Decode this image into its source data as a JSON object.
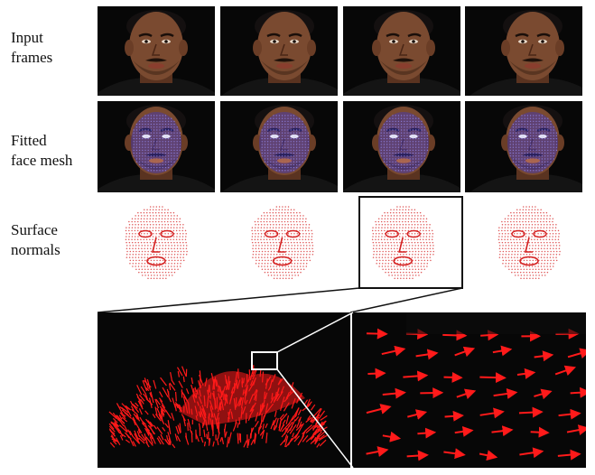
{
  "rows": {
    "input": {
      "label": "Input\nframes"
    },
    "fitted": {
      "label": "Fitted\nface mesh"
    },
    "normals": {
      "label": "Surface\nnormals"
    }
  },
  "colors": {
    "frame_background": "#070707",
    "skin": "#7a4a30",
    "mesh": "#3a34c8",
    "normal_points": "#d42020",
    "zoom_background": "#000000",
    "zoom_arrows": "#ff1a1a",
    "highlight_box": "#111111",
    "callout_line": "#ffffff"
  },
  "panels": {
    "input_frames": [
      "frame-1",
      "frame-2",
      "frame-3",
      "frame-4"
    ],
    "mesh_frames": [
      "mesh-1",
      "mesh-2",
      "mesh-3",
      "mesh-4"
    ],
    "normal_clouds": [
      "normals-1",
      "normals-2",
      "normals-3",
      "normals-4"
    ],
    "highlighted_normal_cloud": "normals-3"
  },
  "zoom": {
    "left_view": "normal-field-side-view",
    "right_view": "normal-arrows-closeup"
  }
}
